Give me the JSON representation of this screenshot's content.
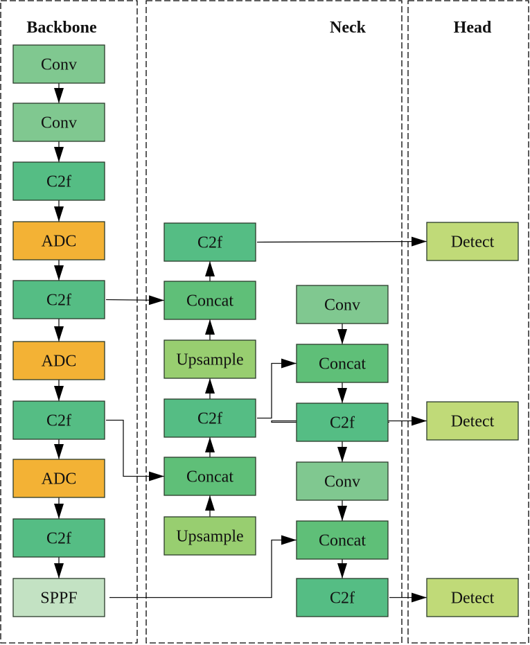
{
  "sections": {
    "backbone": "Backbone",
    "neck": "Neck",
    "head": "Head"
  },
  "colors": {
    "conv": "#80c890",
    "c2f": "#55bd84",
    "adc": "#f3b235",
    "sppf": "#c3e2c3",
    "concat": "#5fbf78",
    "upsample": "#98ce70",
    "detect": "#c0da78"
  },
  "backbone": [
    {
      "id": "b1",
      "label": "Conv",
      "type": "conv"
    },
    {
      "id": "b2",
      "label": "Conv",
      "type": "conv"
    },
    {
      "id": "b3",
      "label": "C2f",
      "type": "c2f"
    },
    {
      "id": "b4",
      "label": "ADC",
      "type": "adc"
    },
    {
      "id": "b5",
      "label": "C2f",
      "type": "c2f"
    },
    {
      "id": "b6",
      "label": "ADC",
      "type": "adc"
    },
    {
      "id": "b7",
      "label": "C2f",
      "type": "c2f"
    },
    {
      "id": "b8",
      "label": "ADC",
      "type": "adc"
    },
    {
      "id": "b9",
      "label": "C2f",
      "type": "c2f"
    },
    {
      "id": "b10",
      "label": "SPPF",
      "type": "sppf"
    }
  ],
  "neck_left": [
    {
      "id": "n1",
      "label": "C2f",
      "type": "c2f"
    },
    {
      "id": "n2",
      "label": "Concat",
      "type": "concat"
    },
    {
      "id": "n3",
      "label": "Upsample",
      "type": "upsample"
    },
    {
      "id": "n4",
      "label": "C2f",
      "type": "c2f"
    },
    {
      "id": "n5",
      "label": "Concat",
      "type": "concat"
    },
    {
      "id": "n6",
      "label": "Upsample",
      "type": "upsample"
    }
  ],
  "neck_right": [
    {
      "id": "r1",
      "label": "Conv",
      "type": "conv"
    },
    {
      "id": "r2",
      "label": "Concat",
      "type": "concat"
    },
    {
      "id": "r3",
      "label": "C2f",
      "type": "c2f"
    },
    {
      "id": "r4",
      "label": "Conv",
      "type": "conv"
    },
    {
      "id": "r5",
      "label": "Concat",
      "type": "concat"
    },
    {
      "id": "r6",
      "label": "C2f",
      "type": "c2f"
    }
  ],
  "head": [
    {
      "id": "h1",
      "label": "Detect",
      "type": "detect"
    },
    {
      "id": "h2",
      "label": "Detect",
      "type": "detect"
    },
    {
      "id": "h3",
      "label": "Detect",
      "type": "detect"
    }
  ],
  "edges": [
    {
      "from": "b1",
      "to": "b2"
    },
    {
      "from": "b2",
      "to": "b3"
    },
    {
      "from": "b3",
      "to": "b4"
    },
    {
      "from": "b4",
      "to": "b5"
    },
    {
      "from": "b5",
      "to": "b6"
    },
    {
      "from": "b6",
      "to": "b7"
    },
    {
      "from": "b7",
      "to": "b8"
    },
    {
      "from": "b8",
      "to": "b9"
    },
    {
      "from": "b9",
      "to": "b10"
    },
    {
      "from": "b5",
      "to": "n2"
    },
    {
      "from": "b7",
      "to": "n5"
    },
    {
      "from": "b10",
      "to": "r5"
    },
    {
      "from": "n6",
      "to": "n5"
    },
    {
      "from": "n5",
      "to": "n4"
    },
    {
      "from": "n4",
      "to": "n3"
    },
    {
      "from": "n3",
      "to": "n2"
    },
    {
      "from": "n2",
      "to": "n1"
    },
    {
      "from": "n4",
      "to": "r2"
    },
    {
      "from": "r1",
      "to": "r2"
    },
    {
      "from": "r2",
      "to": "r3"
    },
    {
      "from": "r3",
      "to": "r4"
    },
    {
      "from": "r4",
      "to": "r5"
    },
    {
      "from": "r5",
      "to": "r6"
    },
    {
      "from": "n1",
      "to": "h1"
    },
    {
      "from": "r3",
      "to": "h2"
    },
    {
      "from": "r6",
      "to": "h3"
    }
  ]
}
